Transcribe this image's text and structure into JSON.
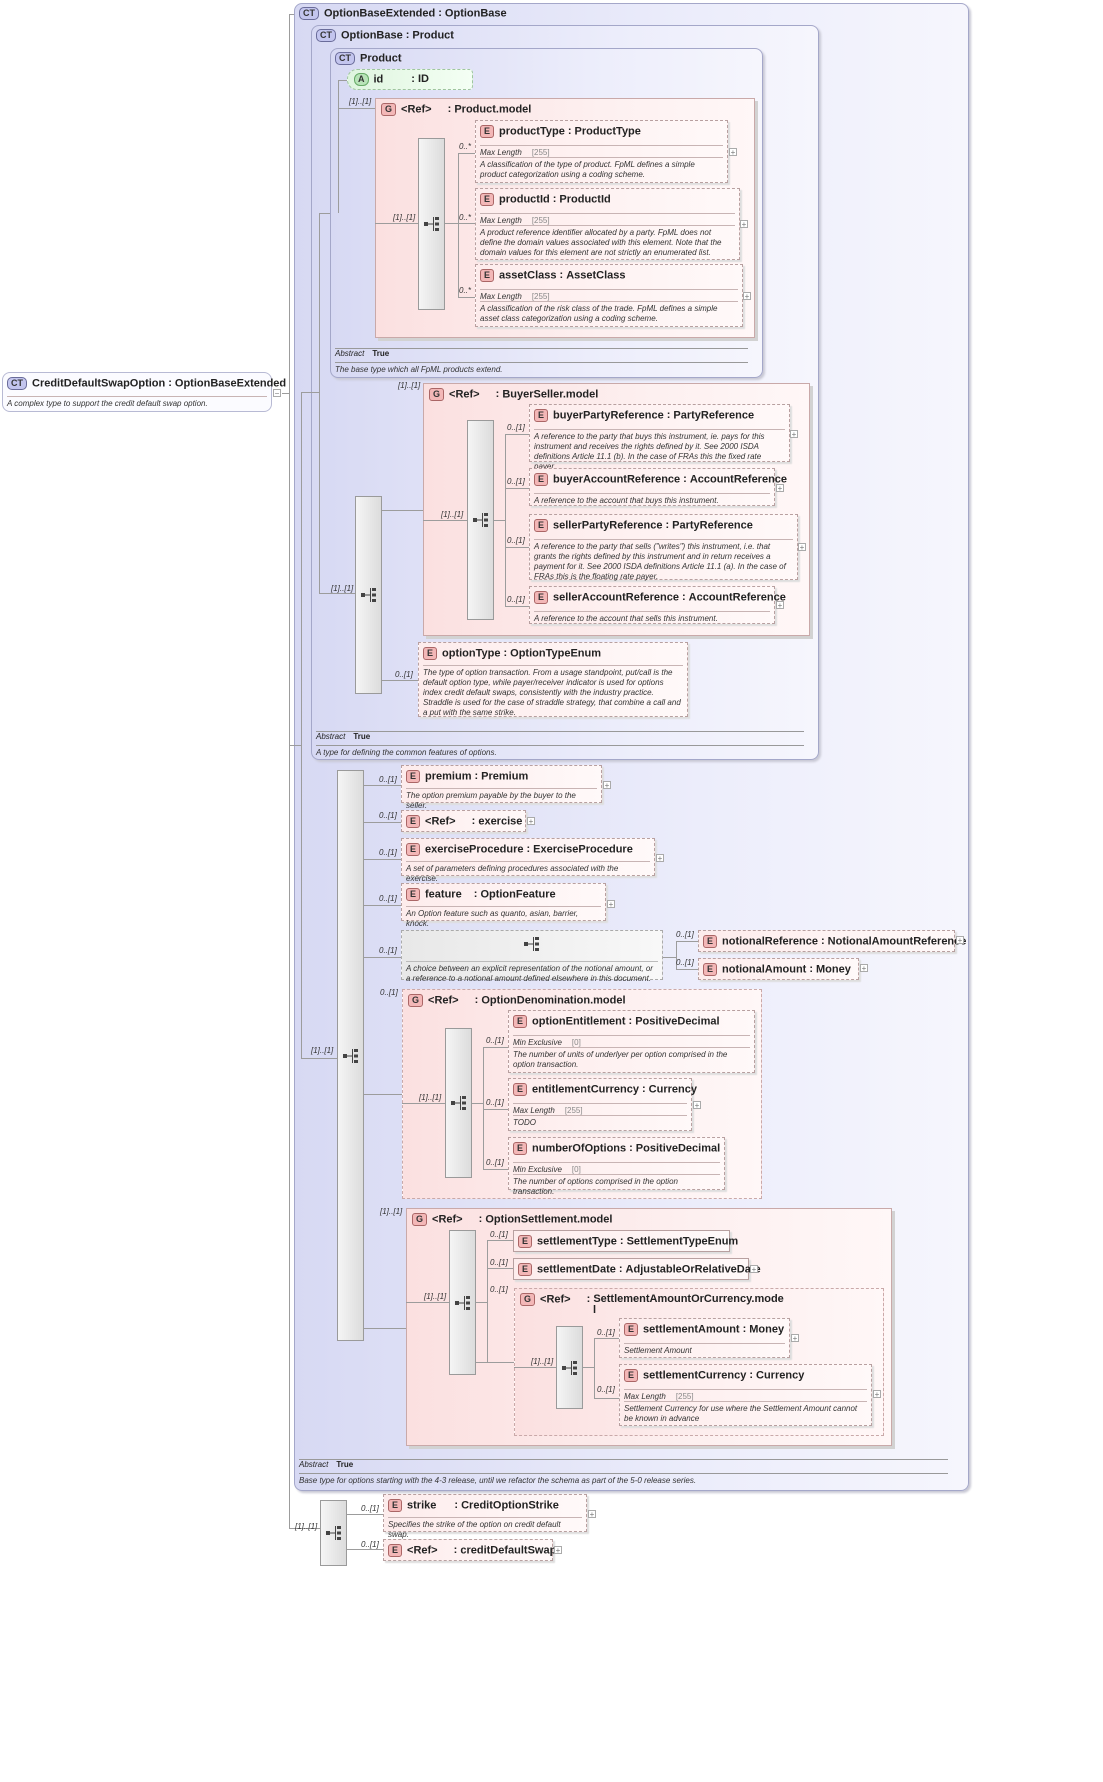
{
  "root": {
    "name": "CreditDefaultSwapOption",
    "type": "OptionBaseExtended",
    "doc": "A complex type to support the credit default swap option."
  },
  "optionBaseExtended": {
    "name": "OptionBaseExtended",
    "type": "OptionBase",
    "abstract_label": "Abstract",
    "abstract_value": "True",
    "doc": "Base type for options starting with the 4-3 release, until we refactor the schema as part of the 5-0 release series."
  },
  "optionBase": {
    "name": "OptionBase",
    "type": "Product",
    "abstract_label": "Abstract",
    "abstract_value": "True",
    "doc": "A type for defining the common features of options."
  },
  "product": {
    "name": "Product",
    "abstract_label": "Abstract",
    "abstract_value": "True",
    "doc": "The base type which all FpML products extend.",
    "attr": {
      "name": "id",
      "type": "ID"
    },
    "group": {
      "ref": "<Ref>",
      "name": "Product.model",
      "card": "[1]..[1]",
      "seq_card": "[1]..[1]"
    },
    "elements": [
      {
        "name": "productType",
        "type": "ProductType",
        "card": "0..*",
        "facet": "Max Length",
        "facet_value": "[255]",
        "doc": "A classification of the type of product. FpML defines a simple product categorization using a coding scheme."
      },
      {
        "name": "productId",
        "type": "ProductId",
        "card": "0..*",
        "facet": "Max Length",
        "facet_value": "[255]",
        "doc": "A product reference identifier allocated by a party. FpML does not define the domain values associated with this element. Note that the domain values for this element are not strictly an enumerated list."
      },
      {
        "name": "assetClass",
        "type": "AssetClass",
        "card": "0..*",
        "facet": "Max Length",
        "facet_value": "[255]",
        "doc": "A classification of the risk class of the trade. FpML defines a simple asset class categorization using a coding scheme."
      }
    ]
  },
  "buyerSeller": {
    "ref": "<Ref>",
    "name": "BuyerSeller.model",
    "card": "[1]..[1]",
    "seq_card": "[1]..[1]",
    "outer_seq_card": "[1]..[1]",
    "elements": [
      {
        "name": "buyerPartyReference",
        "type": "PartyReference",
        "card": "0..[1]",
        "doc": "A reference to the party that buys this instrument, ie. pays for this instrument and receives the rights defined by it. See 2000 ISDA definitions Article 11.1 (b). In the case of FRAs this the fixed rate payer."
      },
      {
        "name": "buyerAccountReference",
        "type": "AccountReference",
        "card": "0..[1]",
        "doc": "A reference to the account that buys this instrument."
      },
      {
        "name": "sellerPartyReference",
        "type": "PartyReference",
        "card": "0..[1]",
        "doc": "A reference to the party that sells (\"writes\") this instrument, i.e. that grants the rights defined by this instrument and in return receives a payment for it. See 2000 ISDA definitions Article 11.1 (a). In the case of FRAs this is the floating rate payer."
      },
      {
        "name": "sellerAccountReference",
        "type": "AccountReference",
        "card": "0..[1]",
        "doc": "A reference to the account that sells this instrument."
      }
    ],
    "optionType": {
      "name": "optionType",
      "type": "OptionTypeEnum",
      "card": "0..[1]",
      "doc": "The type of option transaction. From a usage standpoint, put/call is the default option type, while payer/receiver indicator is used for options index credit default swaps, consistently with the industry practice. Straddle is used for the case of straddle strategy, that combine a call and a put with the same strike."
    }
  },
  "extSeq": {
    "card": "[1]..[1]",
    "premium": {
      "name": "premium",
      "type": "Premium",
      "card": "0..[1]",
      "doc": "The option premium payable by the buyer to the seller."
    },
    "exercise": {
      "ref": "<Ref>",
      "name": "exercise",
      "card": "0..[1]"
    },
    "exerciseProcedure": {
      "name": "exerciseProcedure",
      "type": "ExerciseProcedure",
      "card": "0..[1]",
      "doc": "A set of parameters defining procedures associated with the exercise."
    },
    "feature": {
      "name": "feature",
      "type": "OptionFeature",
      "card": "0..[1]",
      "doc": "An Option feature such as quanto, asian, barrier, knock."
    },
    "choice": {
      "card": "0..[1]",
      "doc": "A choice between an explicit representation of the notional amount, or a reference to a notional amount defined elsewhere in this document.",
      "options": [
        {
          "name": "notionalReference",
          "type": "NotionalAmountReference",
          "card": "0..[1]"
        },
        {
          "name": "notionalAmount",
          "type": "Money",
          "card": "0..[1]"
        }
      ]
    },
    "denomination": {
      "ref": "<Ref>",
      "name": "OptionDenomination.model",
      "card": "0..[1]",
      "seq_card": "[1]..[1]",
      "elements": [
        {
          "name": "optionEntitlement",
          "type": "PositiveDecimal",
          "card": "0..[1]",
          "facet": "Min Exclusive",
          "facet_value": "[0]",
          "doc": "The number of units of underlyer per option comprised in the option transaction."
        },
        {
          "name": "entitlementCurrency",
          "type": "Currency",
          "card": "0..[1]",
          "facet": "Max Length",
          "facet_value": "[255]",
          "doc": "TODO"
        },
        {
          "name": "numberOfOptions",
          "type": "PositiveDecimal",
          "card": "0..[1]",
          "facet": "Min Exclusive",
          "facet_value": "[0]",
          "doc": "The number of options comprised in the option transaction."
        }
      ]
    },
    "settlement": {
      "ref": "<Ref>",
      "name": "OptionSettlement.model",
      "card": "[1]..[1]",
      "seq_card": "[1]..[1]",
      "settlementType": {
        "name": "settlementType",
        "type": "SettlementTypeEnum",
        "card": "0..[1]"
      },
      "settlementDate": {
        "name": "settlementDate",
        "type": "AdjustableOrRelativeDate",
        "card": "0..[1]"
      },
      "amountOrCurrency": {
        "ref": "<Ref>",
        "name_line1": ": SettlementAmountOrCurrency.mode",
        "name_line2": "l",
        "card": "0..[1]",
        "choice_card": "[1]..[1]",
        "settlementAmount": {
          "name": "settlementAmount",
          "type": "Money",
          "card": "0..[1]",
          "doc": "Settlement Amount"
        },
        "settlementCurrency": {
          "name": "settlementCurrency",
          "type": "Currency",
          "card": "0..[1]",
          "facet": "Max Length",
          "facet_value": "[255]",
          "doc": "Settlement Currency for use where the Settlement Amount cannot be known in advance"
        }
      }
    }
  },
  "bottomSeq": {
    "card": "[1]..[1]",
    "strike": {
      "name": "strike",
      "type": "CreditOptionStrike",
      "card": "0..[1]",
      "doc": "Specifies the strike of the option on credit default swap."
    },
    "cds": {
      "ref": "<Ref>",
      "name": "creditDefaultSwap",
      "card": "0..[1]"
    }
  },
  "labels": {
    "ct": "CT",
    "e": "E",
    "g": "G",
    "a": "A",
    "colon": ":",
    "plus": "+",
    "minus": "−"
  }
}
